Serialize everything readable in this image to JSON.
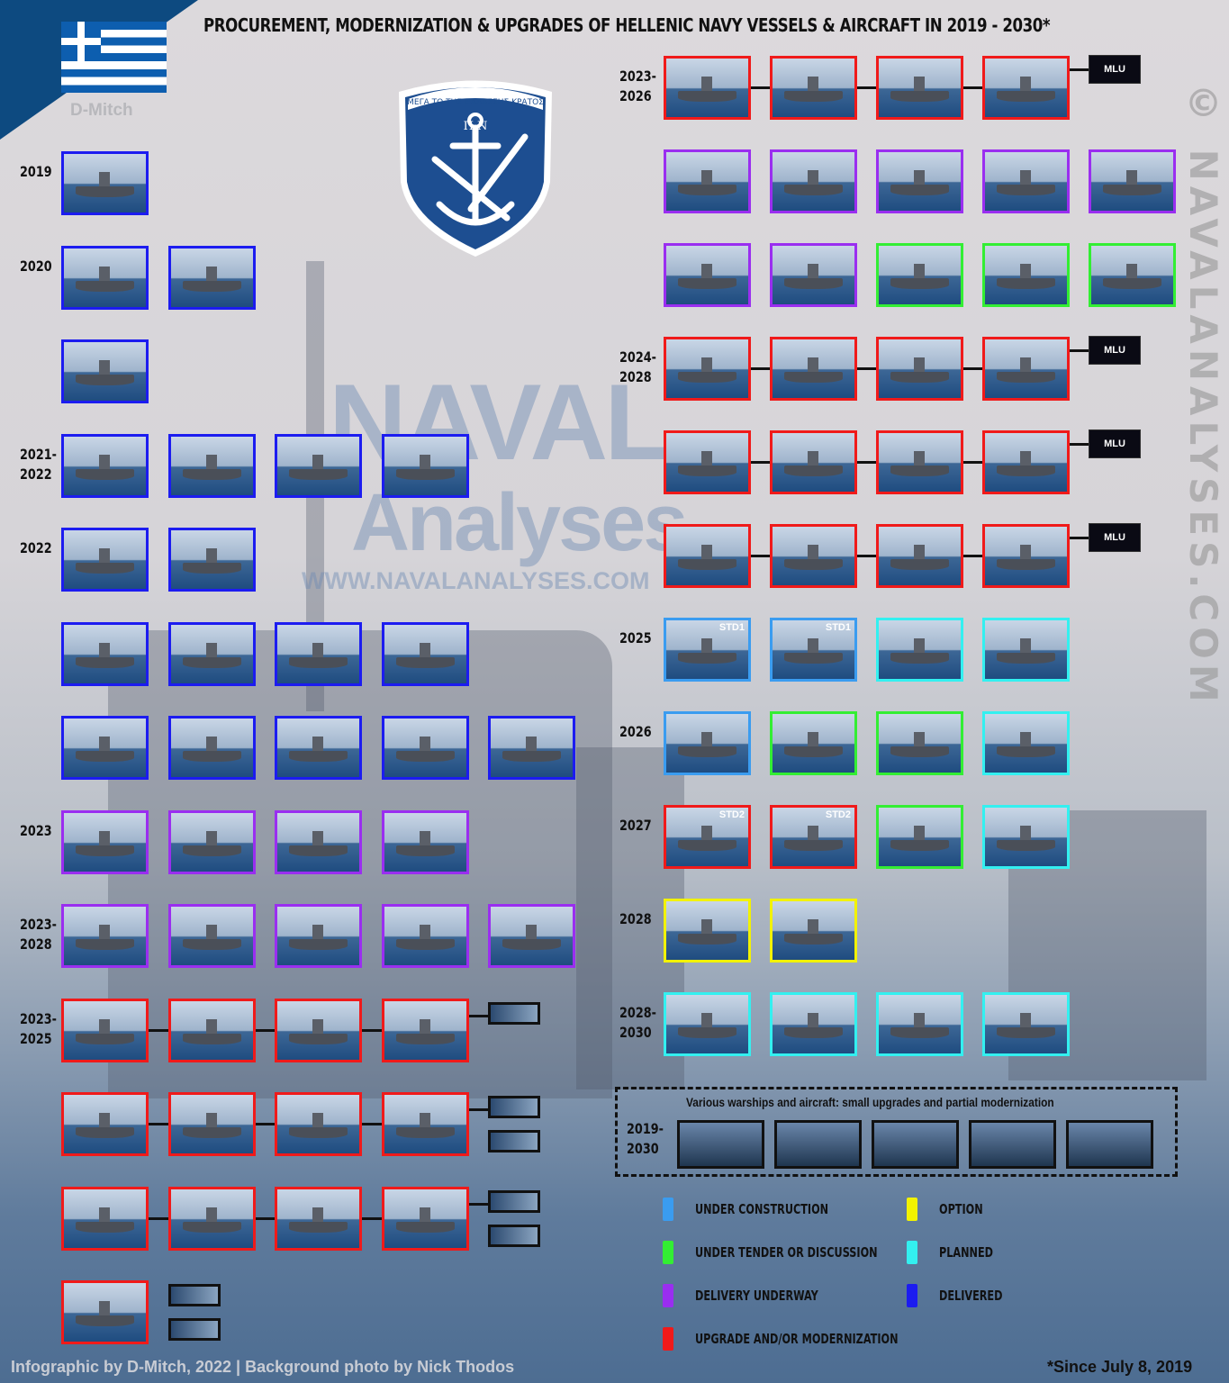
{
  "header": {
    "title": "PROCUREMENT, MODERNIZATION & UPGRADES OF HELLENIC NAVY VESSELS & AIRCRAFT IN 2019 - 2030*",
    "author_badge": "D-Mitch",
    "crest_motto": "ΜΕΓΑ ΤΟ ΤΗΣ ΘΑΛΑΣΣΗΣ ΚΡΑΤΟΣ",
    "crest_letters": "Π  Ν"
  },
  "watermark": {
    "line1": "NAVAL",
    "line2": "Analyses",
    "line3": "WWW.NAVALANALYSES.COM",
    "vertical": "© NAVALANALYSES.COM"
  },
  "status_colors": {
    "delivered": "#1c1cf0",
    "underway": "#9a2ef0",
    "construction": "#3a9cf0",
    "tender": "#33ee33",
    "option": "#f2f200",
    "planned": "#33f0f0",
    "upgrade": "#f01a1a"
  },
  "left_rows": [
    {
      "year": "2019",
      "tiles": [
        "delivered"
      ]
    },
    {
      "year": "2020",
      "tiles": [
        "delivered",
        "delivered"
      ]
    },
    {
      "year": "",
      "tiles": [
        "delivered"
      ]
    },
    {
      "year": "2021-\n2022",
      "tiles": [
        "delivered",
        "delivered",
        "delivered",
        "delivered"
      ]
    },
    {
      "year": "2022",
      "tiles": [
        "delivered",
        "delivered"
      ]
    },
    {
      "year": "",
      "tiles": [
        "delivered",
        "delivered",
        "delivered",
        "delivered"
      ]
    },
    {
      "year": "",
      "tiles": [
        "delivered",
        "delivered",
        "delivered",
        "delivered",
        "delivered"
      ]
    },
    {
      "year": "2023",
      "tiles": [
        "underway",
        "underway",
        "underway",
        "underway"
      ]
    },
    {
      "year": "2023-\n2028",
      "tiles": [
        "underway",
        "underway",
        "underway",
        "underway",
        "underway"
      ]
    },
    {
      "year": "2023-\n2025",
      "tiles": [
        "upgrade",
        "upgrade",
        "upgrade",
        "upgrade"
      ],
      "linked": true,
      "extras": 1
    },
    {
      "year": "",
      "tiles": [
        "upgrade",
        "upgrade",
        "upgrade",
        "upgrade"
      ],
      "linked": true,
      "extras": 2
    },
    {
      "year": "",
      "tiles": [
        "upgrade",
        "upgrade",
        "upgrade",
        "upgrade"
      ],
      "linked": true,
      "extras": 2
    },
    {
      "year": "",
      "tiles": [
        "upgrade"
      ],
      "extras": 2
    }
  ],
  "right_rows": [
    {
      "year": "2023-\n2026",
      "tiles": [
        "upgrade",
        "upgrade",
        "upgrade",
        "upgrade"
      ],
      "linked": true,
      "mlu": "MLU"
    },
    {
      "year": "",
      "tiles": [
        "underway",
        "underway",
        "underway",
        "underway",
        "underway"
      ]
    },
    {
      "year": "",
      "tiles": [
        "underway",
        "underway",
        "tender",
        "tender",
        "tender"
      ]
    },
    {
      "year": "2024-\n2028",
      "tiles": [
        "upgrade",
        "upgrade",
        "upgrade",
        "upgrade"
      ],
      "linked": true,
      "mlu": "MLU"
    },
    {
      "year": "",
      "tiles": [
        "upgrade",
        "upgrade",
        "upgrade",
        "upgrade"
      ],
      "linked": true,
      "mlu": "MLU"
    },
    {
      "year": "",
      "tiles": [
        "upgrade",
        "upgrade",
        "upgrade",
        "upgrade"
      ],
      "linked": true,
      "mlu": "MLU"
    },
    {
      "year": "2025",
      "tiles": [
        "construction",
        "construction",
        "planned",
        "planned"
      ],
      "badges": [
        "STD1",
        "STD1",
        "",
        ""
      ]
    },
    {
      "year": "2026",
      "tiles": [
        "construction",
        "tender",
        "tender",
        "planned"
      ]
    },
    {
      "year": "2027",
      "tiles": [
        "upgrade",
        "upgrade",
        "tender",
        "planned"
      ],
      "badges": [
        "STD2",
        "STD2",
        "",
        ""
      ]
    },
    {
      "year": "2028",
      "tiles": [
        "option",
        "option"
      ]
    },
    {
      "year": "2028-\n2030",
      "tiles": [
        "planned",
        "planned",
        "planned",
        "planned"
      ]
    }
  ],
  "misc_box": {
    "heading": "Various warships and aircraft: small upgrades and partial modernization",
    "year": "2019-\n2030",
    "photos": 5
  },
  "legend": [
    {
      "status": "construction",
      "label": "UNDER CONSTRUCTION"
    },
    {
      "status": "tender",
      "label": "UNDER TENDER OR DISCUSSION"
    },
    {
      "status": "underway",
      "label": "DELIVERY UNDERWAY"
    },
    {
      "status": "upgrade",
      "label": "UPGRADE AND/OR MODERNIZATION"
    },
    {
      "status": "option",
      "label": "OPTION"
    },
    {
      "status": "planned",
      "label": "PLANNED"
    },
    {
      "status": "delivered",
      "label": "DELIVERED"
    }
  ],
  "footer": {
    "credit": "Infographic by D-Mitch, 2022 | Background photo by Nick Thodos",
    "note": "*Since July 8, 2019"
  }
}
